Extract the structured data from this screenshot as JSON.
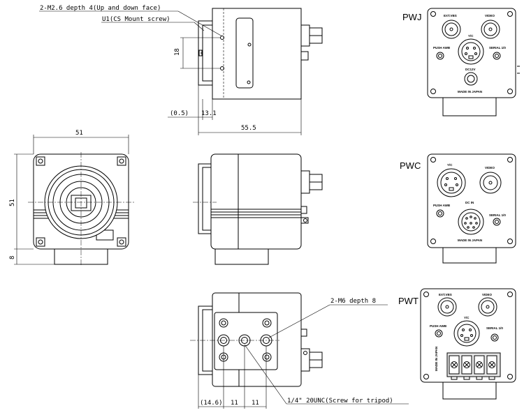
{
  "annotations": {
    "top_m26": "2-M2.6 depth 4(Up and down face)",
    "top_ui": "U1(CS Mount screw)",
    "m6": "2-M6 depth 8",
    "tripod": "1/4\" 20UNC(Screw for tripod)"
  },
  "dimensions": {
    "d18": "18",
    "d05": "(0.5)",
    "d131": "13.1",
    "d555": "55.5",
    "d51_top": "51",
    "d51_side": "51",
    "d8": "8",
    "d146": "(14.6)",
    "d11a": "11",
    "d11b": "11"
  },
  "variants": {
    "pwj": {
      "label": "PWJ",
      "connectors": {
        "ext": "EXT.VBS",
        "video": "VIDEO",
        "yc": "Y/C",
        "push": "PUSH AWB",
        "serial": "SERIAL 1/0",
        "dc": "DC12V"
      },
      "made": "MADE IN JAPAN"
    },
    "pwc": {
      "label": "PWC",
      "connectors": {
        "yc": "Y/C",
        "video": "VIDEO",
        "push": "PUSH AWB",
        "dc": "DC IN",
        "serial": "SERIAL 1/0"
      },
      "made": "MADE IN JAPAN"
    },
    "pwt": {
      "label": "PWT",
      "connectors": {
        "ext": "EXT.VBS",
        "video": "VIDEO",
        "yc": "Y/C",
        "push": "PUSH AWB",
        "serial": "SERIAL 1/0"
      },
      "made": "MADE IN JAPAN"
    }
  }
}
